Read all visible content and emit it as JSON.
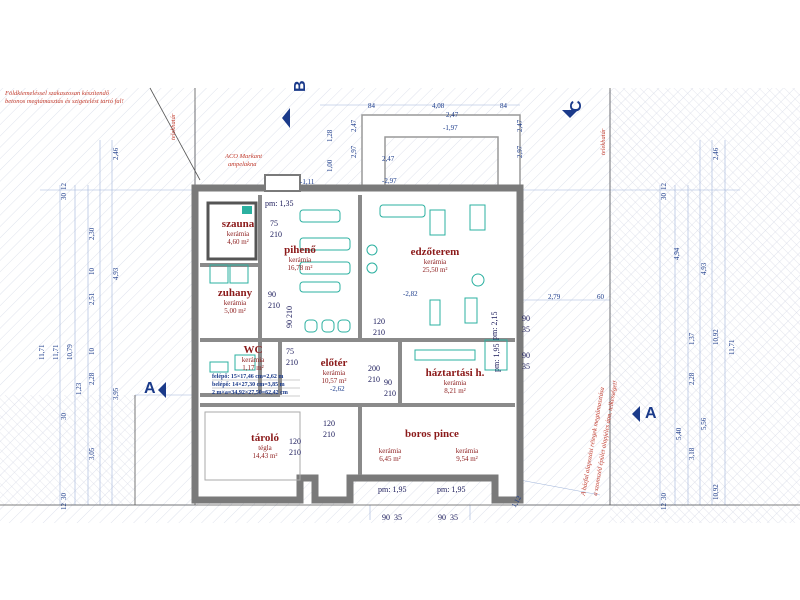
{
  "notes": {
    "top_left_line1": "Földkiemeléssel szakaszosan készítendő",
    "top_left_line2": "betonos megtámasztás és szigetelést tartó fal!",
    "aco": "ACO Markant",
    "aco2": "ampelakna",
    "telekhatar_left": "telekhatár",
    "telekhatar_right": "telekhatár",
    "right_slanted1": "A házfal alapozási rétegek megtámasztása",
    "right_slanted2": "a szomszéd épület alapjéles átm. telkességet!"
  },
  "axes": {
    "b": "B",
    "c": "C",
    "a_left": "A",
    "a_right": "A"
  },
  "rooms": [
    {
      "id": "szauna",
      "name": "szauna",
      "material": "kerámia",
      "area": "4,60 m²"
    },
    {
      "id": "piheno",
      "name": "pihenő",
      "material": "kerámia",
      "area": "16,78 m²"
    },
    {
      "id": "edzoterem",
      "name": "edzőterem",
      "material": "kerámia",
      "area": "25,50 m²"
    },
    {
      "id": "zuhany",
      "name": "zuhany",
      "material": "kerámia",
      "area": "5,00 m²"
    },
    {
      "id": "wc",
      "name": "WC",
      "material": "kerámia",
      "area": "1,17 m²"
    },
    {
      "id": "eloter",
      "name": "előtér",
      "material": "kerámia",
      "area": "10,57 m²"
    },
    {
      "id": "haztartasi",
      "name": "háztartási h.",
      "material": "kerámia",
      "area": "8,21 m²"
    },
    {
      "id": "tarolo",
      "name": "tároló",
      "material": "tégla",
      "area": "14,43 m²"
    },
    {
      "id": "boros",
      "name": "boros pince",
      "material": "",
      "area": ""
    },
    {
      "id": "boros_a",
      "name": "",
      "material": "kerámia",
      "area": "6,45 m²"
    },
    {
      "id": "boros_b",
      "name": "",
      "material": "kerámia",
      "area": "9,54 m²"
    }
  ],
  "stair": {
    "line1": "felépő: 15×17,46 cm=2,62 m",
    "line2": "belépő: 14×27,30 cm=3,85 m",
    "line3": "2 m×a=34,92×27,50=62,42 cm"
  },
  "doors": {
    "szauna": [
      "75",
      "210"
    ],
    "zuhany": [
      "90",
      "210"
    ],
    "piheno_bottom": [
      "90",
      "210"
    ],
    "wc": [
      "75",
      "210"
    ],
    "edzo": [
      "120",
      "210"
    ],
    "eloter_right": [
      "200",
      "210"
    ],
    "eloter_mid": [
      "90",
      "210"
    ],
    "tarolo": [
      "120",
      "210"
    ],
    "pince": [
      "120",
      "210"
    ],
    "right_win1": [
      "90",
      "35"
    ],
    "right_win2": [
      "90",
      "35"
    ],
    "bottom_win": [
      "90",
      "35"
    ]
  },
  "pm": {
    "top": "pm: 1,35",
    "right1": "pm: 2,15",
    "right2": "pm: 1,95",
    "bottom1": "pm: 1,95",
    "bottom2": "pm: 1,95"
  },
  "levels": {
    "l1": "-1,97",
    "l2": "-2,47",
    "l3": "-2,97",
    "l4": "-2,82",
    "l5": "-2,62",
    "l6": "-1,11",
    "d1": "2,47",
    "d2": "2,47",
    "d3": "2,97",
    "d4": "2,47",
    "d5": "2,97"
  },
  "dims_top": [
    "84",
    "4,08",
    "84",
    "1,28",
    "1,00",
    "2,47",
    "2,97",
    "2,97",
    "2,47"
  ],
  "dims_right": [
    "2,79",
    "60"
  ],
  "left_chain": [
    "30",
    "12",
    "2,30",
    "10",
    "2,51",
    "10",
    "2,28",
    "30",
    "3,05",
    "30",
    "12"
  ],
  "left_total": [
    "10,79",
    "11,71",
    "2,46",
    "4,93",
    "11,71",
    "1,23",
    "3,95"
  ],
  "right_chain": [
    "30",
    "12",
    "4,94",
    "4,93",
    "1,37",
    "2,28",
    "5,40",
    "3,18",
    "30",
    "12"
  ],
  "right_total": [
    "10,92",
    "11,71",
    "2,46",
    "5,56",
    "10,92"
  ],
  "bottom_dims": [
    "90",
    "35",
    "90",
    "35",
    "1,12"
  ],
  "colors": {
    "wall": "#7a7a7a",
    "hatch": "#c8cde0",
    "dim": "#1a3a8a",
    "room_text": "#8b1a1a",
    "furniture": "#2bb0a0",
    "note": "#c0392b"
  }
}
